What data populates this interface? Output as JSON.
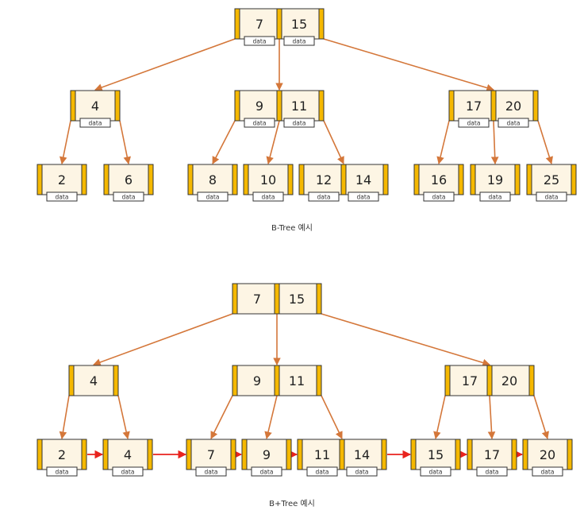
{
  "colors": {
    "node_fill": "#fdf5e4",
    "node_stroke": "#333333",
    "pointer_bar": "#f5b800",
    "edge": "#d4773a",
    "leaf_link": "#e8231e"
  },
  "btree": {
    "caption": "B-Tree 예시",
    "nodes": [
      {
        "id": "b-root",
        "keys": [
          {
            "value": "7",
            "data": "data"
          },
          {
            "value": "15",
            "data": "data"
          }
        ]
      },
      {
        "id": "b-l",
        "keys": [
          {
            "value": "4",
            "data": "data"
          }
        ]
      },
      {
        "id": "b-m",
        "keys": [
          {
            "value": "9",
            "data": "data"
          },
          {
            "value": "11",
            "data": "data"
          }
        ]
      },
      {
        "id": "b-r",
        "keys": [
          {
            "value": "17",
            "data": "data"
          },
          {
            "value": "20",
            "data": "data"
          }
        ]
      },
      {
        "id": "b-l0",
        "keys": [
          {
            "value": "2",
            "data": "data"
          }
        ]
      },
      {
        "id": "b-l1",
        "keys": [
          {
            "value": "6",
            "data": "data"
          }
        ]
      },
      {
        "id": "b-m0",
        "keys": [
          {
            "value": "8",
            "data": "data"
          }
        ]
      },
      {
        "id": "b-m1",
        "keys": [
          {
            "value": "10",
            "data": "data"
          }
        ]
      },
      {
        "id": "b-m2",
        "keys": [
          {
            "value": "12",
            "data": "data"
          },
          {
            "value": "14",
            "data": "data"
          }
        ]
      },
      {
        "id": "b-r0",
        "keys": [
          {
            "value": "16",
            "data": "data"
          }
        ]
      },
      {
        "id": "b-r1",
        "keys": [
          {
            "value": "19",
            "data": "data"
          }
        ]
      },
      {
        "id": "b-r2",
        "keys": [
          {
            "value": "25",
            "data": "data"
          }
        ]
      }
    ],
    "edges": [
      [
        "b-root",
        "b-l"
      ],
      [
        "b-root",
        "b-m"
      ],
      [
        "b-root",
        "b-r"
      ],
      [
        "b-l",
        "b-l0"
      ],
      [
        "b-l",
        "b-l1"
      ],
      [
        "b-m",
        "b-m0"
      ],
      [
        "b-m",
        "b-m1"
      ],
      [
        "b-m",
        "b-m2"
      ],
      [
        "b-r",
        "b-r0"
      ],
      [
        "b-r",
        "b-r1"
      ],
      [
        "b-r",
        "b-r2"
      ]
    ],
    "leaf_links": []
  },
  "bplustree": {
    "caption": "B+Tree 예시",
    "nodes": [
      {
        "id": "p-root",
        "keys": [
          {
            "value": "7"
          },
          {
            "value": "15"
          }
        ]
      },
      {
        "id": "p-l",
        "keys": [
          {
            "value": "4"
          }
        ]
      },
      {
        "id": "p-m",
        "keys": [
          {
            "value": "9"
          },
          {
            "value": "11"
          }
        ]
      },
      {
        "id": "p-r",
        "keys": [
          {
            "value": "17"
          },
          {
            "value": "20"
          }
        ]
      },
      {
        "id": "p-l0",
        "keys": [
          {
            "value": "2",
            "data": "data"
          }
        ]
      },
      {
        "id": "p-l1",
        "keys": [
          {
            "value": "4",
            "data": "data"
          }
        ]
      },
      {
        "id": "p-m0",
        "keys": [
          {
            "value": "7",
            "data": "data"
          }
        ]
      },
      {
        "id": "p-m1",
        "keys": [
          {
            "value": "9",
            "data": "data"
          }
        ]
      },
      {
        "id": "p-m2",
        "keys": [
          {
            "value": "11",
            "data": "data"
          },
          {
            "value": "14",
            "data": "data"
          }
        ]
      },
      {
        "id": "p-r0",
        "keys": [
          {
            "value": "15",
            "data": "data"
          }
        ]
      },
      {
        "id": "p-r1",
        "keys": [
          {
            "value": "17",
            "data": "data"
          }
        ]
      },
      {
        "id": "p-r2",
        "keys": [
          {
            "value": "20",
            "data": "data"
          }
        ]
      }
    ],
    "edges": [
      [
        "p-root",
        "p-l"
      ],
      [
        "p-root",
        "p-m"
      ],
      [
        "p-root",
        "p-r"
      ],
      [
        "p-l",
        "p-l0"
      ],
      [
        "p-l",
        "p-l1"
      ],
      [
        "p-m",
        "p-m0"
      ],
      [
        "p-m",
        "p-m1"
      ],
      [
        "p-m",
        "p-m2"
      ],
      [
        "p-r",
        "p-r0"
      ],
      [
        "p-r",
        "p-r1"
      ],
      [
        "p-r",
        "p-r2"
      ]
    ],
    "leaf_links": [
      [
        "p-l0",
        "p-l1"
      ],
      [
        "p-l1",
        "p-m0"
      ],
      [
        "p-m0",
        "p-m1"
      ],
      [
        "p-m1",
        "p-m2"
      ],
      [
        "p-m2",
        "p-r0"
      ],
      [
        "p-r0",
        "p-r1"
      ],
      [
        "p-r1",
        "p-r2"
      ]
    ]
  }
}
